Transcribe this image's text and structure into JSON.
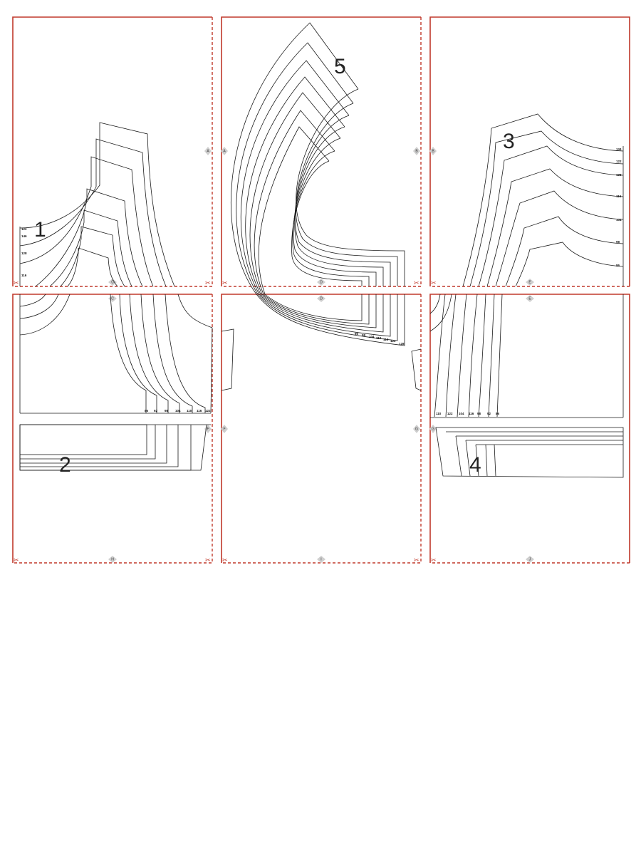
{
  "pieces": [
    "1",
    "2",
    "3",
    "4",
    "5"
  ],
  "markers": [
    "A",
    "B",
    "C",
    "D",
    "E",
    "F",
    "G",
    "H",
    "I",
    "J"
  ],
  "sizes": {
    "piece1": [
      "122",
      "146",
      "128",
      "116"
    ],
    "piece2": [
      "86",
      "92",
      "98",
      "104",
      "110",
      "116",
      "122"
    ],
    "piece3": [
      "134",
      "122",
      "128",
      "116",
      "104",
      "98",
      "86"
    ],
    "piece4": [
      "110",
      "122",
      "104",
      "116",
      "98",
      "92",
      "86"
    ],
    "piece5": [
      "86",
      "98",
      "104",
      "110",
      "116",
      "122",
      "128"
    ]
  },
  "scissor_glyph": "✂",
  "colors": {
    "tile_border": "#c0392b",
    "line": "#1a1a1a",
    "marker": "#cfcfcf"
  }
}
